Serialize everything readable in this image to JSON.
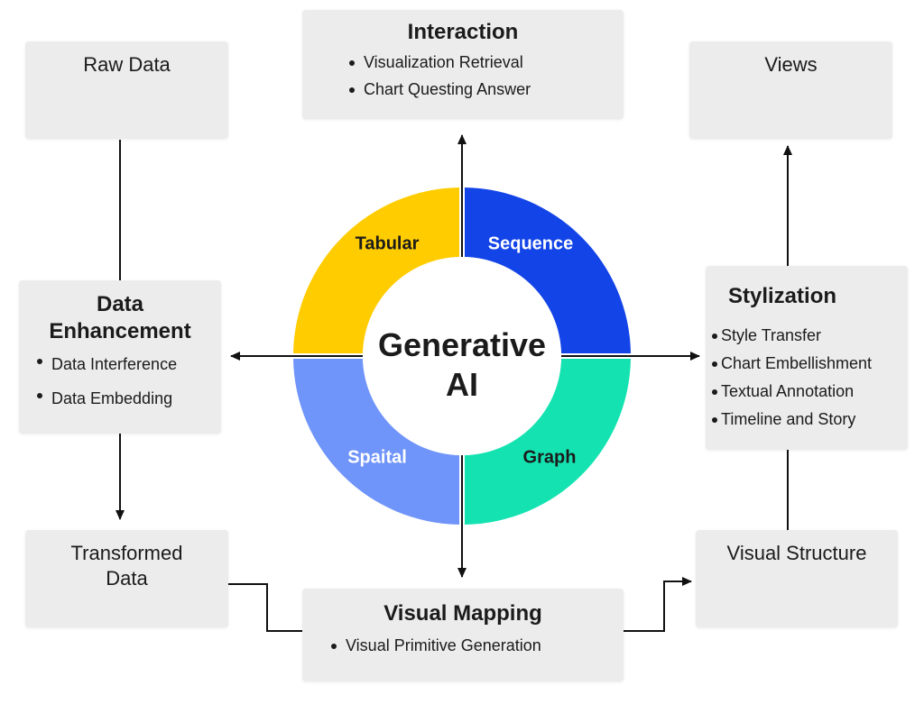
{
  "center": {
    "line1": "Generative",
    "line2": "AI"
  },
  "segments": {
    "tabular": {
      "label": "Tabular",
      "color": "#FFCC00",
      "text_color": "#1b1b1b"
    },
    "sequence": {
      "label": "Sequence",
      "color": "#1344E8",
      "text_color": "#ffffff"
    },
    "spatial": {
      "label": "Spaital",
      "color": "#6F94FA",
      "text_color": "#ffffff"
    },
    "graph": {
      "label": "Graph",
      "color": "#14E3B1",
      "text_color": "#1b1b1b"
    }
  },
  "raw_data": {
    "title": "Raw Data"
  },
  "interaction": {
    "title": "Interaction",
    "items": [
      "Visualization Retrieval",
      "Chart Questing Answer"
    ]
  },
  "views": {
    "title": "Views"
  },
  "data_enhancement": {
    "title_line1": "Data",
    "title_line2": "Enhancement",
    "items": [
      "Data Interference",
      "Data Embedding"
    ]
  },
  "stylization": {
    "title": "Stylization",
    "items": [
      "Style Transfer",
      "Chart Embellishment",
      "Textual Annotation",
      "Timeline and Story"
    ]
  },
  "transformed_data": {
    "title_line1": "Transformed",
    "title_line2": "Data"
  },
  "visual_mapping": {
    "title": "Visual Mapping",
    "items": [
      "Visual Primitive Generation"
    ]
  },
  "visual_structure": {
    "title": "Visual Structure"
  }
}
